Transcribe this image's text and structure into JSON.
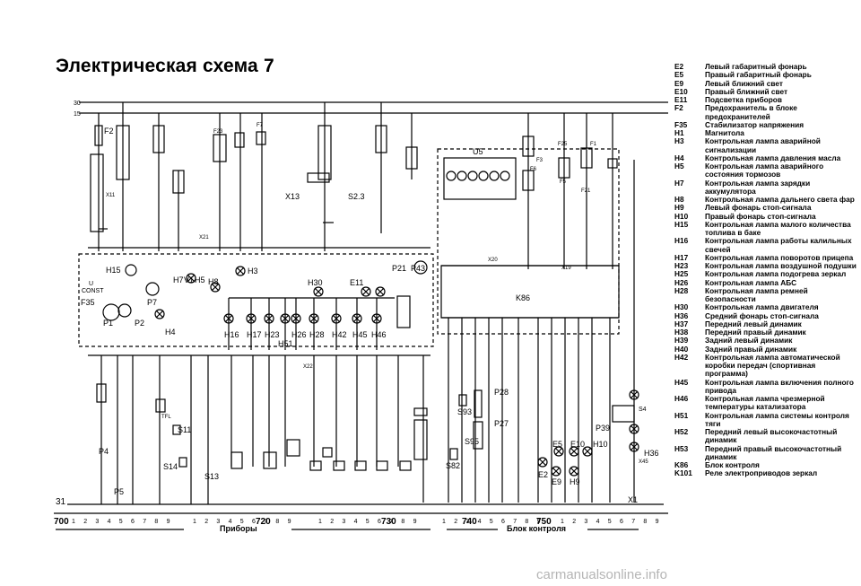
{
  "title": "Электрическая схема 7",
  "bus_labels": {
    "top1": "30",
    "top2": "15",
    "ground": "31"
  },
  "sections": {
    "left": {
      "start": "700",
      "label": "Приборы"
    },
    "mid": {
      "start": "720"
    },
    "right": {
      "start": "740",
      "label": "Блок контроля"
    },
    "end": "730",
    "end2": "750"
  },
  "ruler_digits": [
    "1",
    "2",
    "3",
    "4",
    "5",
    "6",
    "7",
    "8",
    "9"
  ],
  "components": {
    "f2": "F2",
    "f35": "F35",
    "f7": "F7",
    "f23": "F23",
    "f3": "F3",
    "f6": "F6",
    "f5": "F5",
    "f21": "F21",
    "f1": "F1",
    "f25": "F25",
    "u5": "U5",
    "x13": "X13",
    "s23": "S2.3",
    "x11": "X11",
    "x21": "X21",
    "x20": "X20",
    "x22": "X22",
    "x19": "X19",
    "x45": "X45",
    "h15": "H15",
    "h3": "H3",
    "h7": "H7",
    "v1": "V1",
    "h5": "H5",
    "h8": "H8",
    "h30": "H30",
    "e11": "E11",
    "p21": "P21",
    "p43": "P43",
    "u": "U",
    "const": "CONST",
    "p1": "P1",
    "p2": "P2",
    "p7": "P7",
    "h4": "H4",
    "h16": "H16",
    "h17": "H17",
    "h23": "H23",
    "h51": "H51",
    "h26": "H26",
    "h28": "H28",
    "h42": "H42",
    "h45": "H45",
    "h46": "H46",
    "k86": "K86",
    "p28": "P28",
    "s93": "S93",
    "p27": "P27",
    "s95": "S95",
    "s82": "S82",
    "e5": "E5",
    "e10": "E10",
    "h10": "H10",
    "e2": "E2",
    "e9": "E9",
    "h9": "H9",
    "p39": "P39",
    "s4": "S4",
    "h36": "H36",
    "x1": "X1",
    "p4": "P4",
    "p5": "P5",
    "s11": "S11",
    "s14": "S14",
    "s13": "S13",
    "tfl": "TFL"
  },
  "legend": [
    {
      "code": "E2",
      "desc": "Левый габаритный фонарь"
    },
    {
      "code": "E5",
      "desc": "Правый габаритный фонарь"
    },
    {
      "code": "E9",
      "desc": "Левый ближний свет"
    },
    {
      "code": "E10",
      "desc": "Правый ближний свет"
    },
    {
      "code": "E11",
      "desc": "Подсветка приборов"
    },
    {
      "code": "F2",
      "desc": "Предохранитель в блоке предохранителей"
    },
    {
      "code": "F35",
      "desc": "Стабилизатор напряжения"
    },
    {
      "code": "H1",
      "desc": "Магнитола"
    },
    {
      "code": "H3",
      "desc": "Контрольная лампа аварийной сигнализации"
    },
    {
      "code": "H4",
      "desc": "Контрольная лампа давления масла"
    },
    {
      "code": "H5",
      "desc": "Контрольная лампа аварийного состояния тормозов"
    },
    {
      "code": "H7",
      "desc": "Контрольная лампа зарядки аккумулятора"
    },
    {
      "code": "H8",
      "desc": "Контрольная лампа дальнего света фар"
    },
    {
      "code": "H9",
      "desc": "Левый фонарь стоп-сигнала"
    },
    {
      "code": "H10",
      "desc": "Правый фонарь стоп-сигнала"
    },
    {
      "code": "H15",
      "desc": "Контрольная лампа малого количества топлива в баке"
    },
    {
      "code": "H16",
      "desc": "Контрольная лампа работы калильных свечей"
    },
    {
      "code": "H17",
      "desc": "Контрольная лампа поворотов прицепа"
    },
    {
      "code": "H23",
      "desc": "Контрольная лампа воздушной подушки"
    },
    {
      "code": "H25",
      "desc": "Контрольная лампа подогрева зеркал"
    },
    {
      "code": "H26",
      "desc": "Контрольная лампа АБС"
    },
    {
      "code": "H28",
      "desc": "Контрольная лампа ремней безопасности"
    },
    {
      "code": "H30",
      "desc": "Контрольная лампа двигателя"
    },
    {
      "code": "H36",
      "desc": "Средний фонарь стоп-сигнала"
    },
    {
      "code": "H37",
      "desc": "Передний левый динамик"
    },
    {
      "code": "H38",
      "desc": "Передний правый динамик"
    },
    {
      "code": "H39",
      "desc": "Задний левый динамик"
    },
    {
      "code": "H40",
      "desc": "Задний правый динамик"
    },
    {
      "code": "H42",
      "desc": "Контрольная лампа автоматической коробки передач (спортивная программа)"
    },
    {
      "code": "H45",
      "desc": "Контрольная лампа включения полного привода"
    },
    {
      "code": "H46",
      "desc": "Контрольная лампа чрезмерной температуры катализатора"
    },
    {
      "code": "H51",
      "desc": "Контрольная лампа системы контроля тяги"
    },
    {
      "code": "H52",
      "desc": "Передний левый высокочастотный динамик"
    },
    {
      "code": "H53",
      "desc": "Передний правый высокочастотный динамик"
    },
    {
      "code": "K86",
      "desc": "Блок контроля"
    },
    {
      "code": "K101",
      "desc": "Реле электроприводов зеркал"
    }
  ],
  "watermark": "carmanualsonline.info",
  "colors": {
    "ink": "#000000",
    "paper": "#ffffff",
    "watermark": "#b5b5b5"
  }
}
